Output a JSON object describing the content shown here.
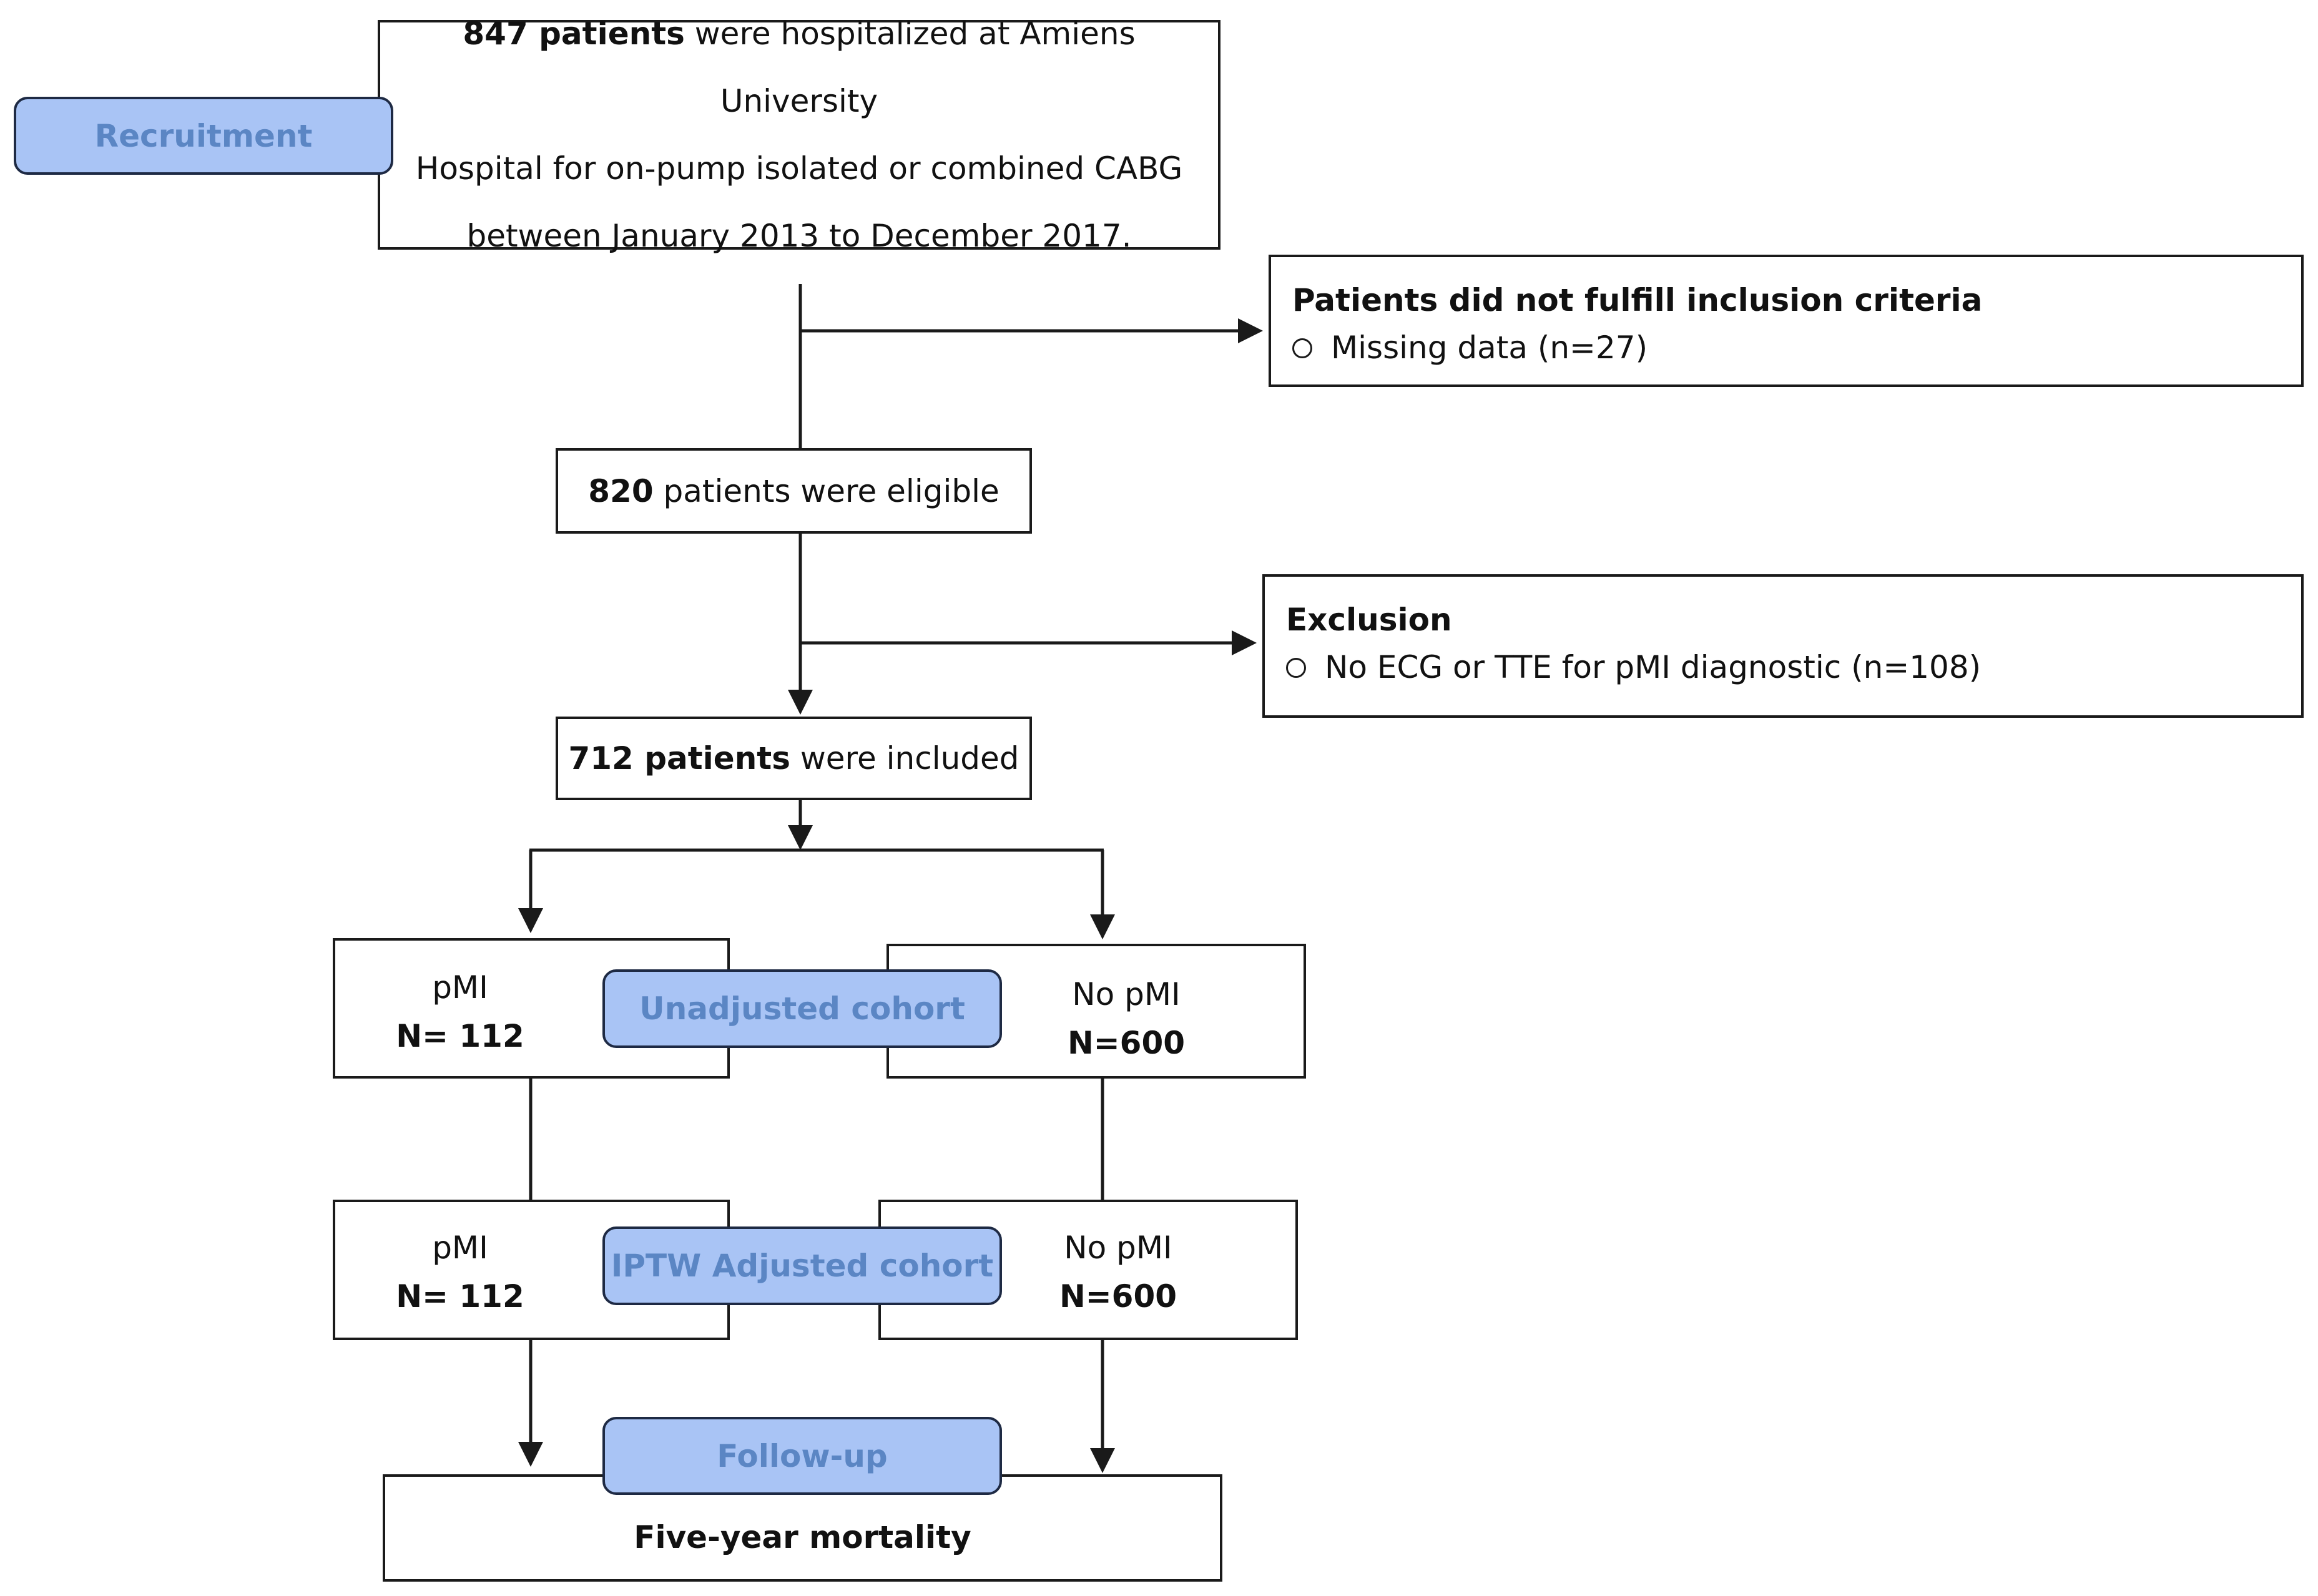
{
  "recruitment": {
    "label": "Recruitment"
  },
  "start_box": {
    "count": "847 patients",
    "line1_rest": " were hospitalized at Amiens University",
    "line2": "Hospital for on-pump isolated or combined CABG",
    "line3": "between January 2013 to December 2017."
  },
  "inclusion_fail": {
    "heading": "Patients did not fulfill inclusion criteria",
    "item": "Missing data (n=27)"
  },
  "eligible_box": {
    "count": "820",
    "rest": " patients were eligible"
  },
  "exclusion": {
    "heading": "Exclusion",
    "item": "No ECG or TTE for pMI diagnostic (n=108)"
  },
  "included_box": {
    "count": "712 patients",
    "rest": " were included"
  },
  "unadjusted": {
    "label": "Unadjusted cohort",
    "pmi": {
      "name": "pMI",
      "n": "N= 112"
    },
    "no_pmi": {
      "name": "No pMI",
      "n": "N=600"
    }
  },
  "adjusted": {
    "label": "IPTW Adjusted cohort",
    "pmi": {
      "name": "pMI",
      "n": "N= 112"
    },
    "no_pmi": {
      "name": "No pMI",
      "n": "N=600"
    }
  },
  "followup": {
    "label": "Follow-up",
    "outcome": "Five-year mortality"
  },
  "colors": {
    "pill_fill": "#a9c4f5",
    "pill_text": "#5b86c4",
    "stroke": "#1a1a1a"
  }
}
